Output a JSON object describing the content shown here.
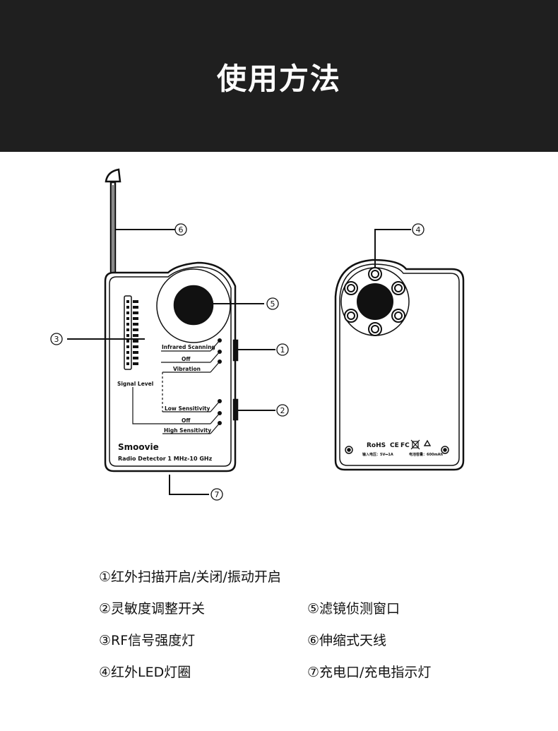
{
  "header": {
    "title": "使用方法",
    "background": "#1f1f1f"
  },
  "front": {
    "labels": {
      "infrared_scanning": "Infrared Scanning",
      "off_1": "Off",
      "vibration": "Vibration",
      "signal_level": "Signal Level",
      "low_sensitivity": "Low Sensitivity",
      "off_2": "Off",
      "high_sensitivity": "High Sensitivity",
      "brand": "Smoovie",
      "model": "Radio  Detector 1 MHz-10 GHz"
    }
  },
  "back": {
    "labels": {
      "rohs": "RoHS",
      "ce": "CE",
      "fc": "FC",
      "input_spec": "输入电压：5V⎓1A",
      "battery_spec": "电池容量：600mAh"
    }
  },
  "callouts": {
    "c1": "①",
    "c2": "②",
    "c3": "③",
    "c4": "④",
    "c5": "⑤",
    "c6": "⑥",
    "c7": "⑦"
  },
  "legend": [
    "①红外扫描开启/关闭/振动开启",
    "②灵敏度调整开关",
    "③RF信号强度灯",
    "④红外LED灯圈",
    "⑤滤镜侦测窗口",
    "⑥伸缩式天线",
    "⑦充电口/充电指示灯"
  ]
}
